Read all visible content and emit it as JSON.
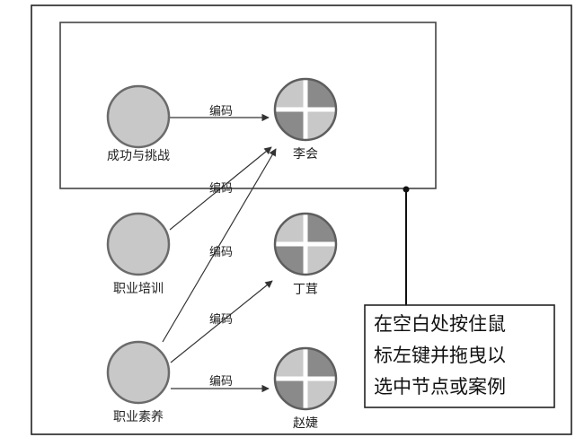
{
  "nodes": {
    "theme_success": {
      "label": "成功与挑战"
    },
    "theme_training": {
      "label": "职业培训"
    },
    "theme_quality": {
      "label": "职业素养"
    },
    "case_li": {
      "label": "李会"
    },
    "case_ding": {
      "label": "丁茸"
    },
    "case_zhao": {
      "label": "赵婕"
    }
  },
  "edges": {
    "e1": {
      "label": "编码"
    },
    "e2": {
      "label": "编码"
    },
    "e3": {
      "label": "编码"
    },
    "e4": {
      "label": "编码"
    },
    "e5": {
      "label": "编码"
    }
  },
  "callout": {
    "lines": [
      "在空白处按住鼠",
      "标左键并拖曳以",
      "选中节点或案例"
    ]
  },
  "colors": {
    "theme_fill": "#c8c8c8",
    "theme_stroke": "#6b6b6b",
    "case_light": "#c8c8c8",
    "case_dark": "#8a8a8a",
    "case_stroke": "#5e5e5e",
    "line": "#333333",
    "text": "#222222"
  }
}
